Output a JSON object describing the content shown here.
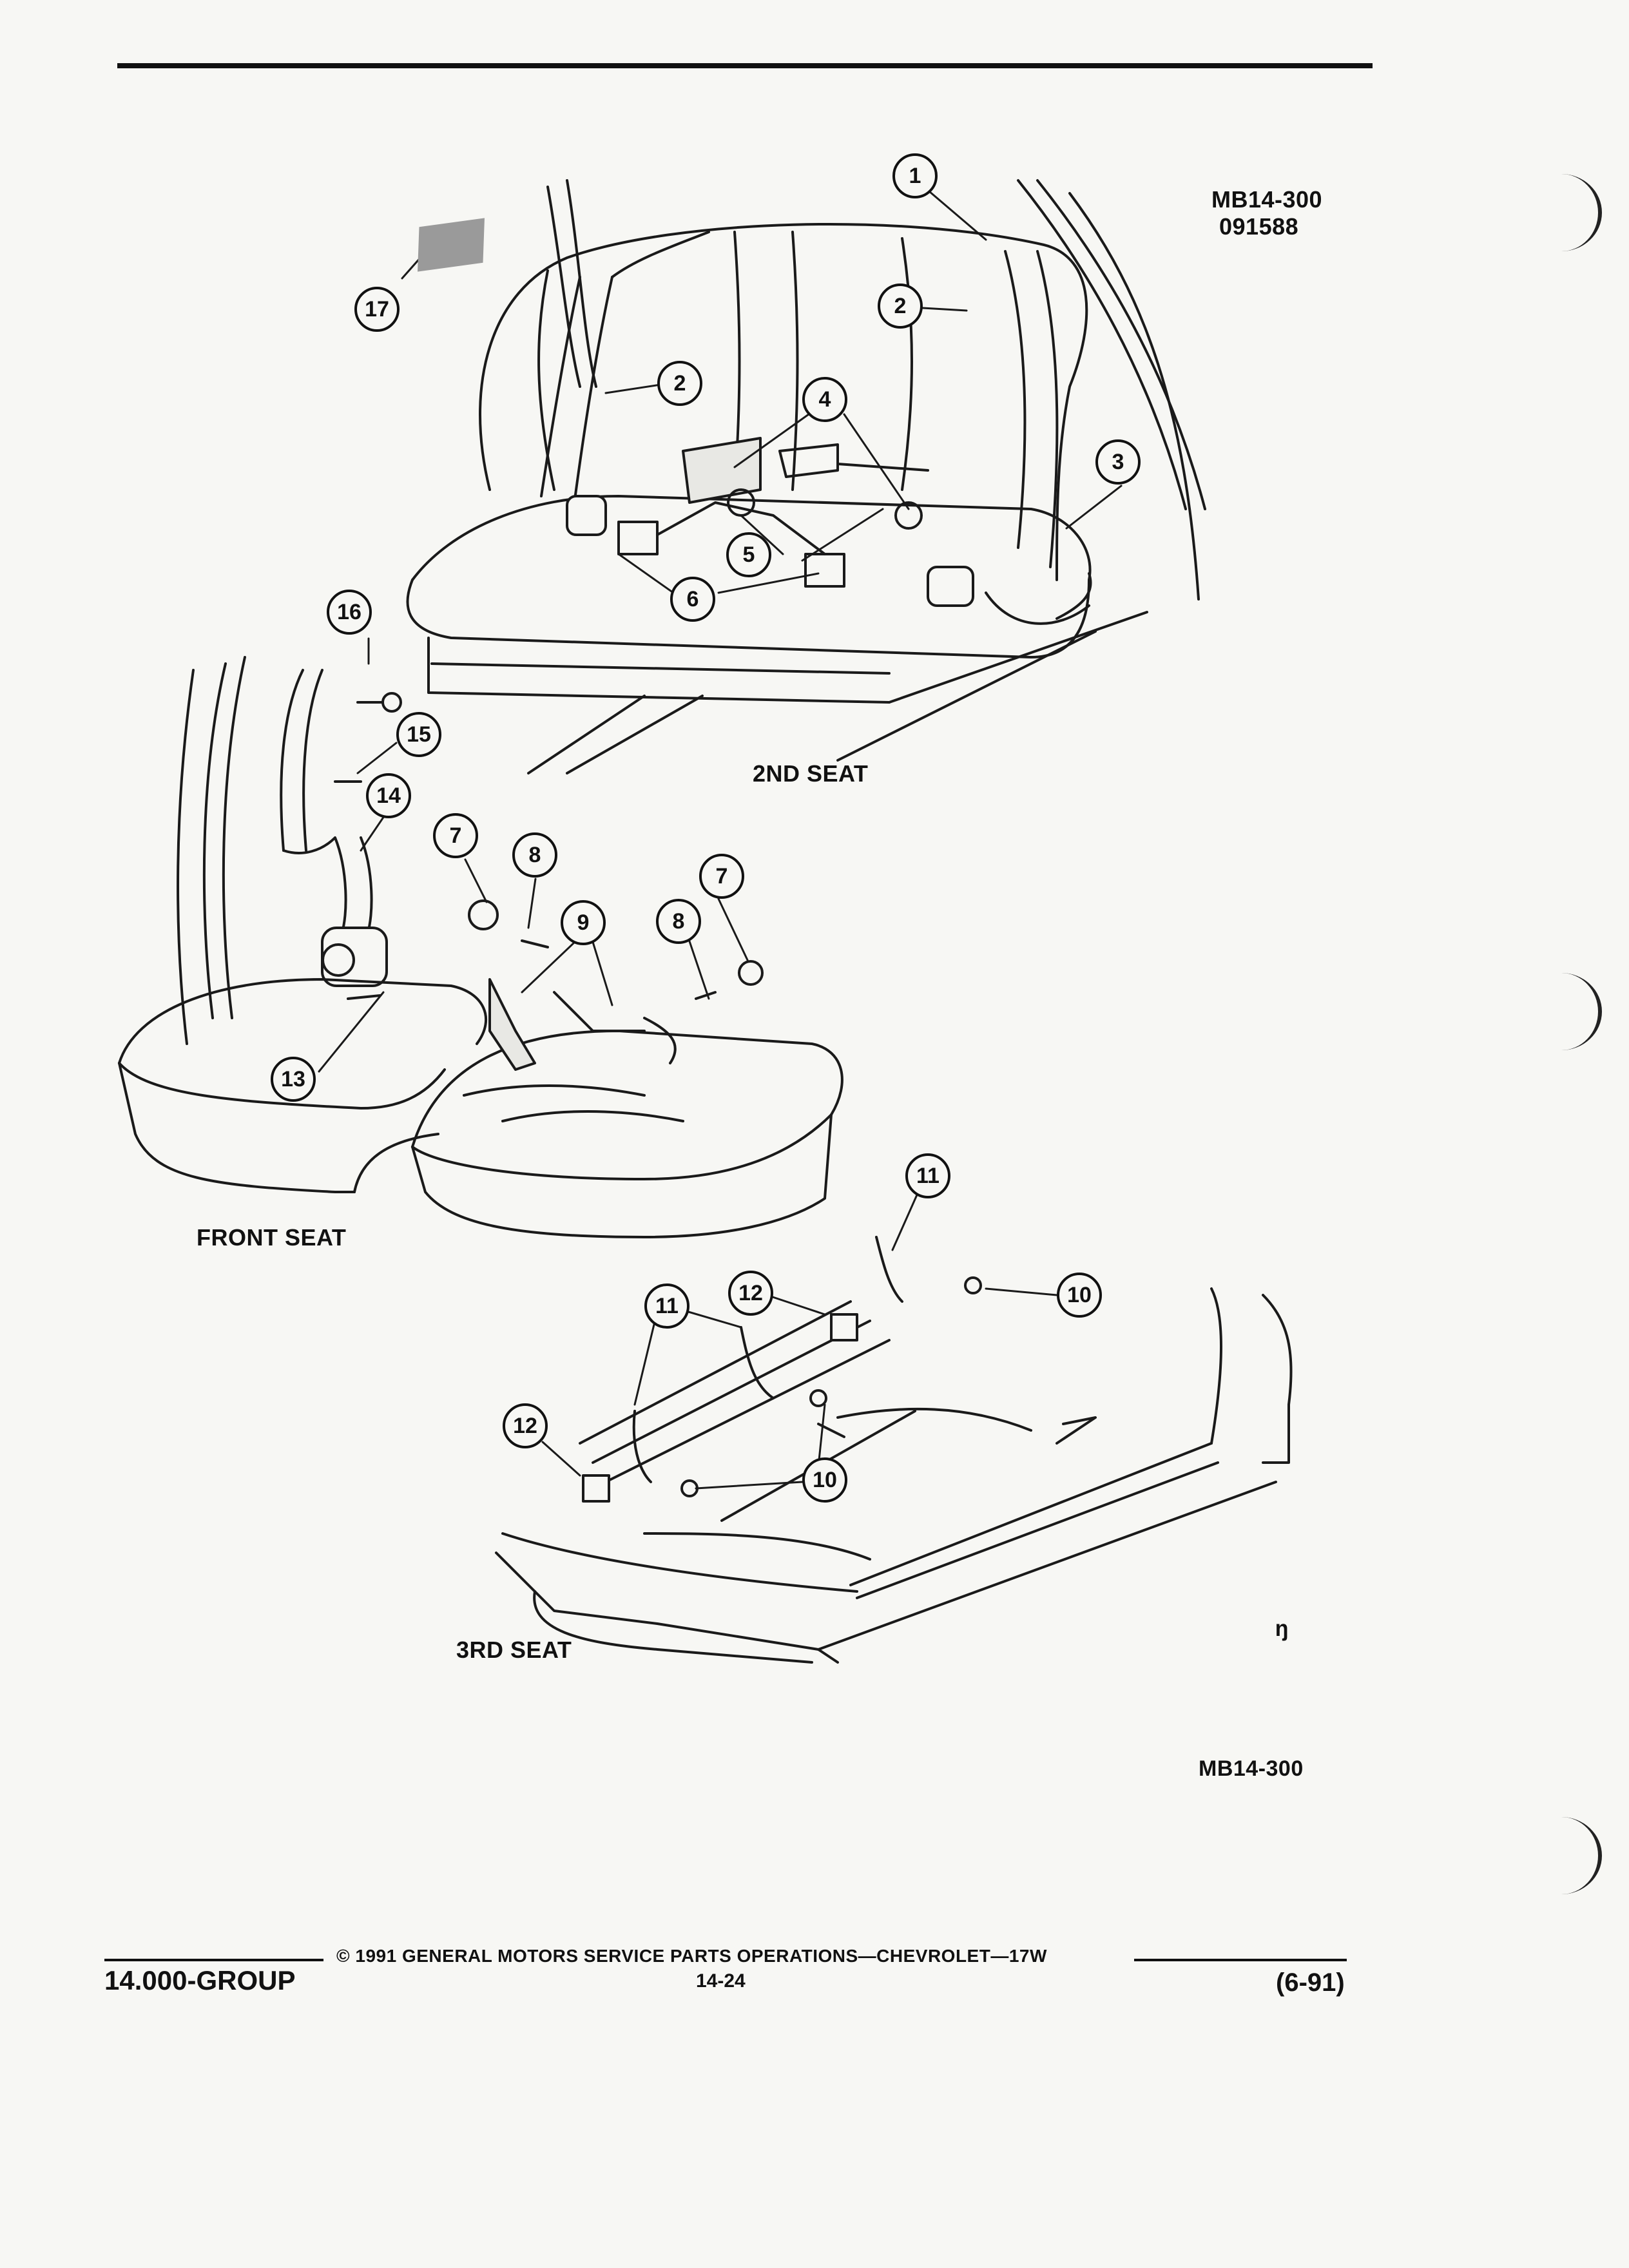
{
  "header": {
    "figure_code": "MB14-300",
    "figure_date": "091588"
  },
  "sections": {
    "second_seat": "2ND SEAT",
    "front_seat": "FRONT SEAT",
    "third_seat": "3RD SEAT"
  },
  "callouts": [
    "1",
    "2",
    "2",
    "3",
    "4",
    "5",
    "6",
    "7",
    "7",
    "8",
    "8",
    "9",
    "10",
    "10",
    "11",
    "11",
    "12",
    "12",
    "13",
    "14",
    "15",
    "16",
    "17"
  ],
  "figure_id_bottom": "MB14-300",
  "corner_mark": "ᵑ",
  "footer": {
    "group": "14.000-GROUP",
    "copyright": "© 1991 GENERAL MOTORS SERVICE PARTS OPERATIONS—CHEVROLET—17W",
    "page_number": "14-24",
    "revision_date": "(6-91)"
  }
}
